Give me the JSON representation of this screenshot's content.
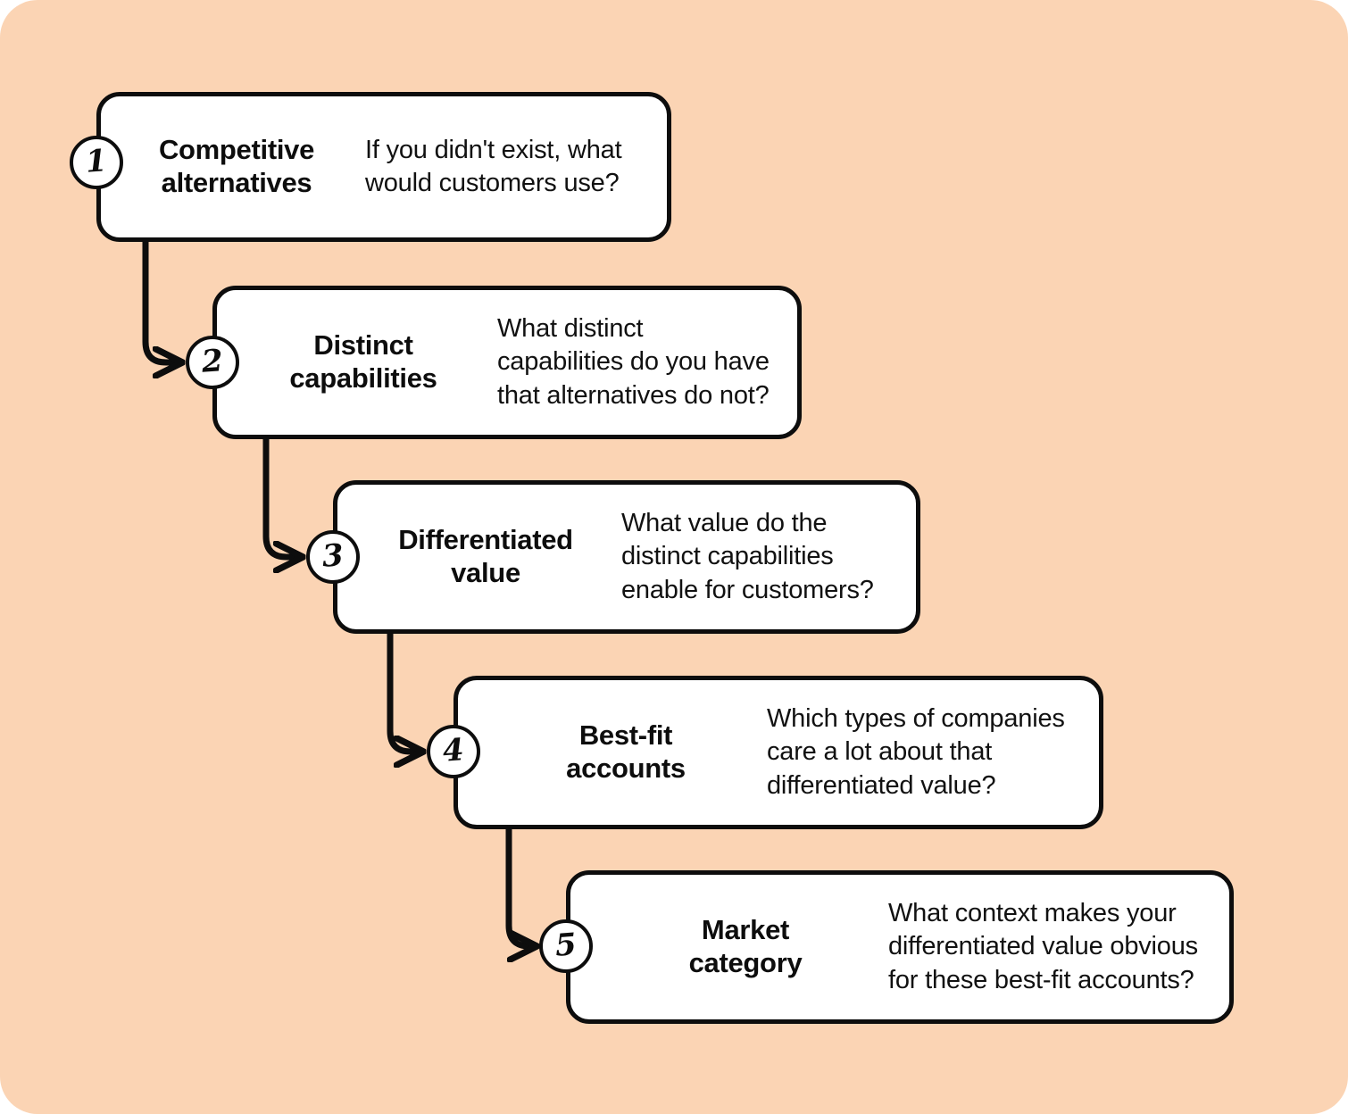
{
  "canvas": {
    "background_color": "#fbd4b4",
    "card_background_color": "#ffffff",
    "stroke_color": "#0d0d0d"
  },
  "diagram": {
    "type": "numbered-cascading-flow",
    "orientation": "top-left to bottom-right staircase",
    "step_count": 5,
    "steps": [
      {
        "number": "1",
        "title": "Competitive\nalternatives",
        "description": "If you didn't exist, what\nwould customers use?"
      },
      {
        "number": "2",
        "title": "Distinct\ncapabilities",
        "description": "What distinct\ncapabilities do you have\nthat alternatives do not?"
      },
      {
        "number": "3",
        "title": "Differentiated\nvalue",
        "description": "What value do the\ndistinct capabilities\nenable for customers?"
      },
      {
        "number": "4",
        "title": "Best-fit\naccounts",
        "description": "Which types of companies\ncare a lot about that\ndifferentiated value?"
      },
      {
        "number": "5",
        "title": "Market\ncategory",
        "description": "What context makes your\ndifferentiated value obvious\nfor these best-fit accounts?"
      }
    ],
    "connectors": [
      {
        "from": "1",
        "to": "2"
      },
      {
        "from": "2",
        "to": "3"
      },
      {
        "from": "3",
        "to": "4"
      },
      {
        "from": "4",
        "to": "5"
      }
    ]
  }
}
